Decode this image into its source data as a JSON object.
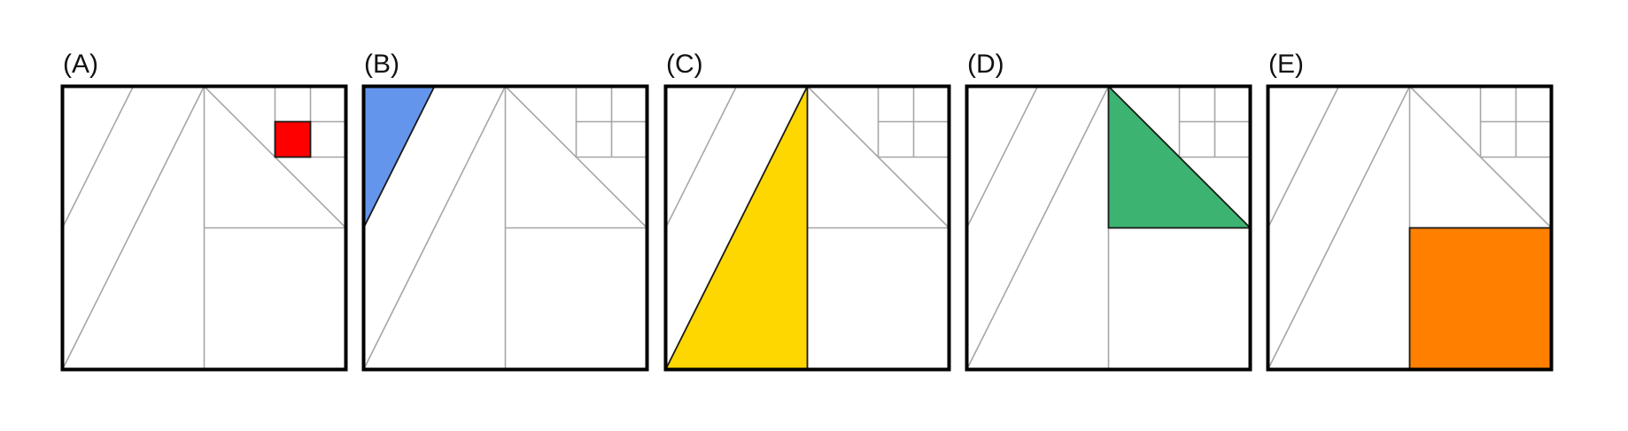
{
  "panels": [
    {
      "label": "(A)",
      "highlight": "small-square",
      "color": "#ff0000"
    },
    {
      "label": "(B)",
      "highlight": "left-sliver-triangle",
      "color": "#6495ed"
    },
    {
      "label": "(C)",
      "highlight": "tall-triangle",
      "color": "#ffd700"
    },
    {
      "label": "(D)",
      "highlight": "right-triangle",
      "color": "#3cb371"
    },
    {
      "label": "(E)",
      "highlight": "bottom-right-square",
      "color": "#ff8000"
    }
  ],
  "colors": {
    "frame": "#000000",
    "grid_line": "#a6a6a6",
    "background": "#ffffff"
  }
}
